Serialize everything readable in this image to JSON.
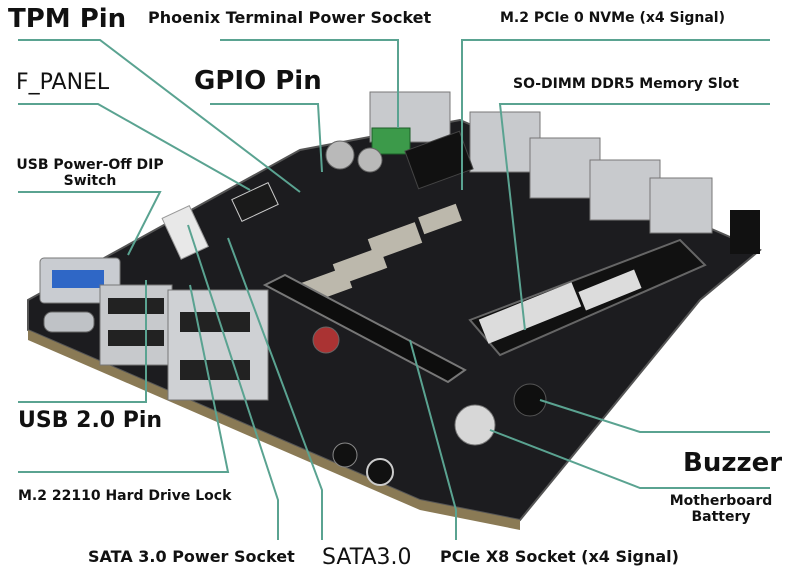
{
  "labels": {
    "tpm_pin": "TPM Pin",
    "phoenix_socket": "Phoenix Terminal Power Socket",
    "m2_nvme": "M.2 PCIe 0 NVMe (x4 Signal)",
    "f_panel": "F_PANEL",
    "gpio_pin": "GPIO Pin",
    "sodimm": "SO-DIMM DDR5 Memory Slot",
    "usb_dip_line1": "USB Power-Off DIP",
    "usb_dip_line2": "Switch",
    "usb2_pin": "USB 2.0 Pin",
    "m2_lock": "M.2 22110 Hard Drive Lock",
    "sata_power": "SATA 3.0 Power Socket",
    "sata30": "SATA3.0",
    "pcie_x8": "PCIe X8 Socket (x4 Signal)",
    "buzzer": "Buzzer",
    "battery_line1": "Motherboard",
    "battery_line2": "Battery"
  },
  "colors": {
    "leader_line": "#5aa391",
    "board": "#1b1b1d",
    "text": "#111111"
  }
}
